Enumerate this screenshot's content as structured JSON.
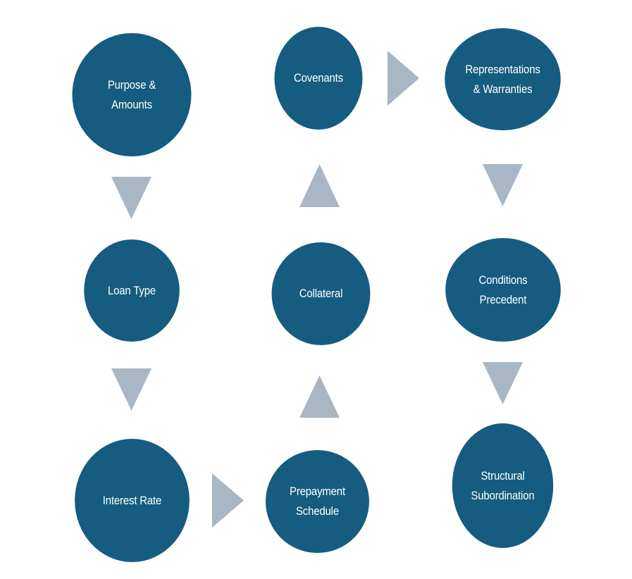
{
  "diagram": {
    "colors": {
      "node": "#155c80",
      "arrow": "#a9b6c3",
      "text": "#ffffff",
      "background": "#ffffff"
    },
    "nodes": [
      {
        "id": "purpose",
        "label": "Purpose &\nAmounts"
      },
      {
        "id": "loan-type",
        "label": "Loan Type"
      },
      {
        "id": "interest-rate",
        "label": "Interest Rate"
      },
      {
        "id": "prepayment",
        "label": "Prepayment\nSchedule"
      },
      {
        "id": "collateral",
        "label": "Collateral"
      },
      {
        "id": "covenants",
        "label": "Covenants"
      },
      {
        "id": "representations",
        "label": "Representations\n& Warranties"
      },
      {
        "id": "conditions",
        "label": "Conditions\nPrecedent"
      },
      {
        "id": "structural",
        "label": "Structural\nSubordination"
      }
    ],
    "edges": [
      {
        "from": "purpose",
        "to": "loan-type",
        "direction": "down"
      },
      {
        "from": "loan-type",
        "to": "interest-rate",
        "direction": "down"
      },
      {
        "from": "interest-rate",
        "to": "prepayment",
        "direction": "right"
      },
      {
        "from": "prepayment",
        "to": "collateral",
        "direction": "up"
      },
      {
        "from": "collateral",
        "to": "covenants",
        "direction": "up"
      },
      {
        "from": "covenants",
        "to": "representations",
        "direction": "right"
      },
      {
        "from": "representations",
        "to": "conditions",
        "direction": "down"
      },
      {
        "from": "conditions",
        "to": "structural",
        "direction": "down"
      }
    ]
  }
}
